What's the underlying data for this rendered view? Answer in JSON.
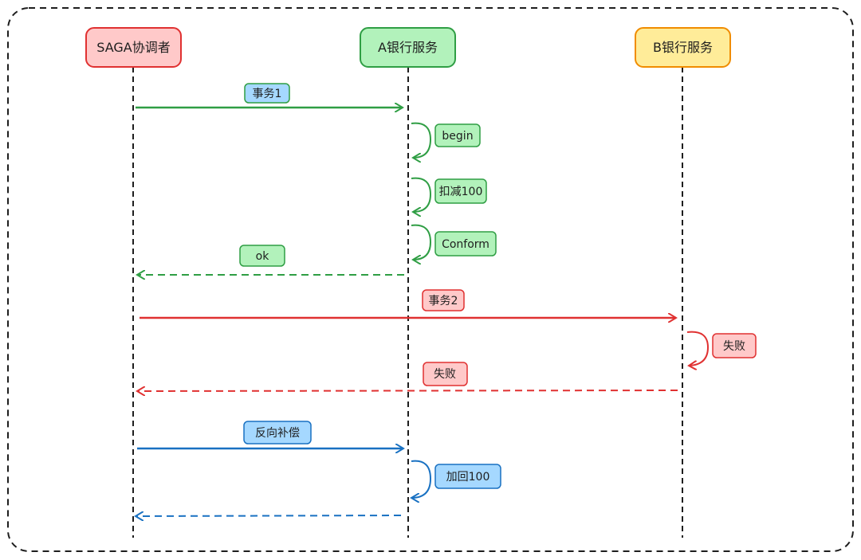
{
  "participants": {
    "saga": {
      "label": "SAGA协调者"
    },
    "bank_a": {
      "label": "A银行服务"
    },
    "bank_b": {
      "label": "B银行服务"
    }
  },
  "messages": {
    "tx1": "事务1",
    "begin": "begin",
    "deduct": "扣减100",
    "confirm": "Conform",
    "ok": "ok",
    "tx2": "事务2",
    "fail_self": "失败",
    "fail_return": "失败",
    "compensate": "反向补偿",
    "add_back": "加回100"
  },
  "colors": {
    "green": "#2f9e44",
    "green_fill": "#b2f2bb",
    "red": "#e03131",
    "red_fill": "#ffc9c9",
    "blue": "#1971c2",
    "blue_fill": "#a5d8ff",
    "yellow_stroke": "#f08c00",
    "yellow_fill": "#ffec99"
  }
}
